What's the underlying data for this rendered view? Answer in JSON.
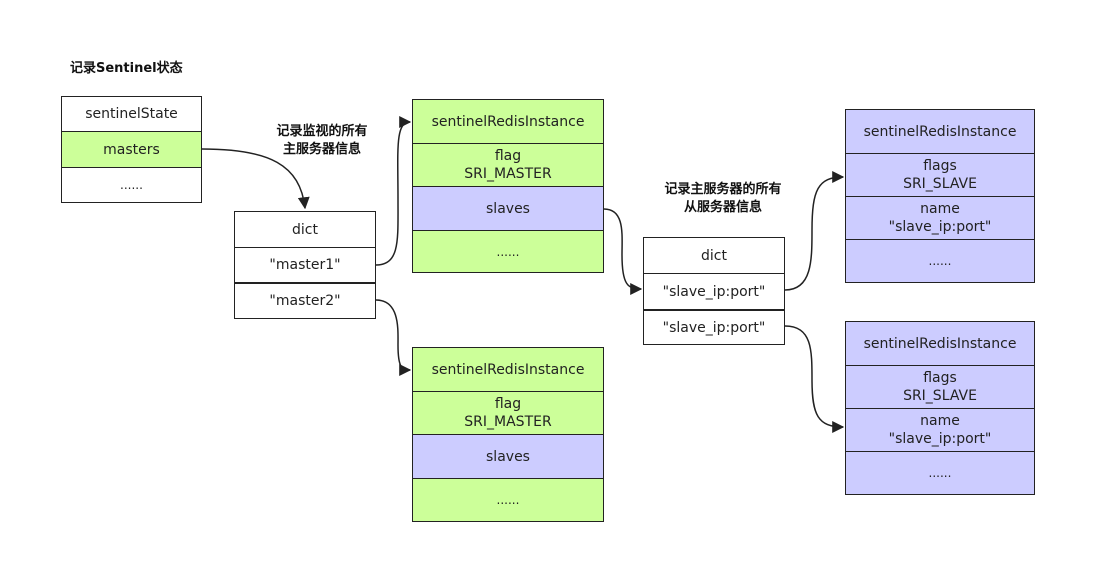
{
  "labels": {
    "sentinel_state_title": "记录Sentinel状态",
    "monitored_masters": "记录监视的所有\n主服务器信息",
    "master_slaves": "记录主服务器的所有\n从服务器信息"
  },
  "sentinel_state": [
    "sentinelState",
    "masters",
    "......"
  ],
  "masters_dict": [
    "dict",
    "\"master1\"",
    "\"master2\""
  ],
  "master_instance_1": {
    "name": "sentinelRedisInstance",
    "flag_label": "flag",
    "flag_value": "SRI_MASTER",
    "slaves": "slaves",
    "more": "......"
  },
  "master_instance_2": {
    "name": "sentinelRedisInstance",
    "flag_label": "flag",
    "flag_value": "SRI_MASTER",
    "slaves": "slaves",
    "more": "......"
  },
  "slaves_dict": [
    "dict",
    "\"slave_ip:port\"",
    "\"slave_ip:port\""
  ],
  "slave_instance_1": {
    "name": "sentinelRedisInstance",
    "flags_label": "flags",
    "flags_value": "SRI_SLAVE",
    "name_label": "name",
    "name_value": "\"slave_ip:port\"",
    "more": "......"
  },
  "slave_instance_2": {
    "name": "sentinelRedisInstance",
    "flags_label": "flags",
    "flags_value": "SRI_SLAVE",
    "name_label": "name",
    "name_value": "\"slave_ip:port\"",
    "more": "......"
  },
  "colors": {
    "master_fill": "#ccff99",
    "slave_fill": "#ccccff",
    "border": "#222222"
  }
}
